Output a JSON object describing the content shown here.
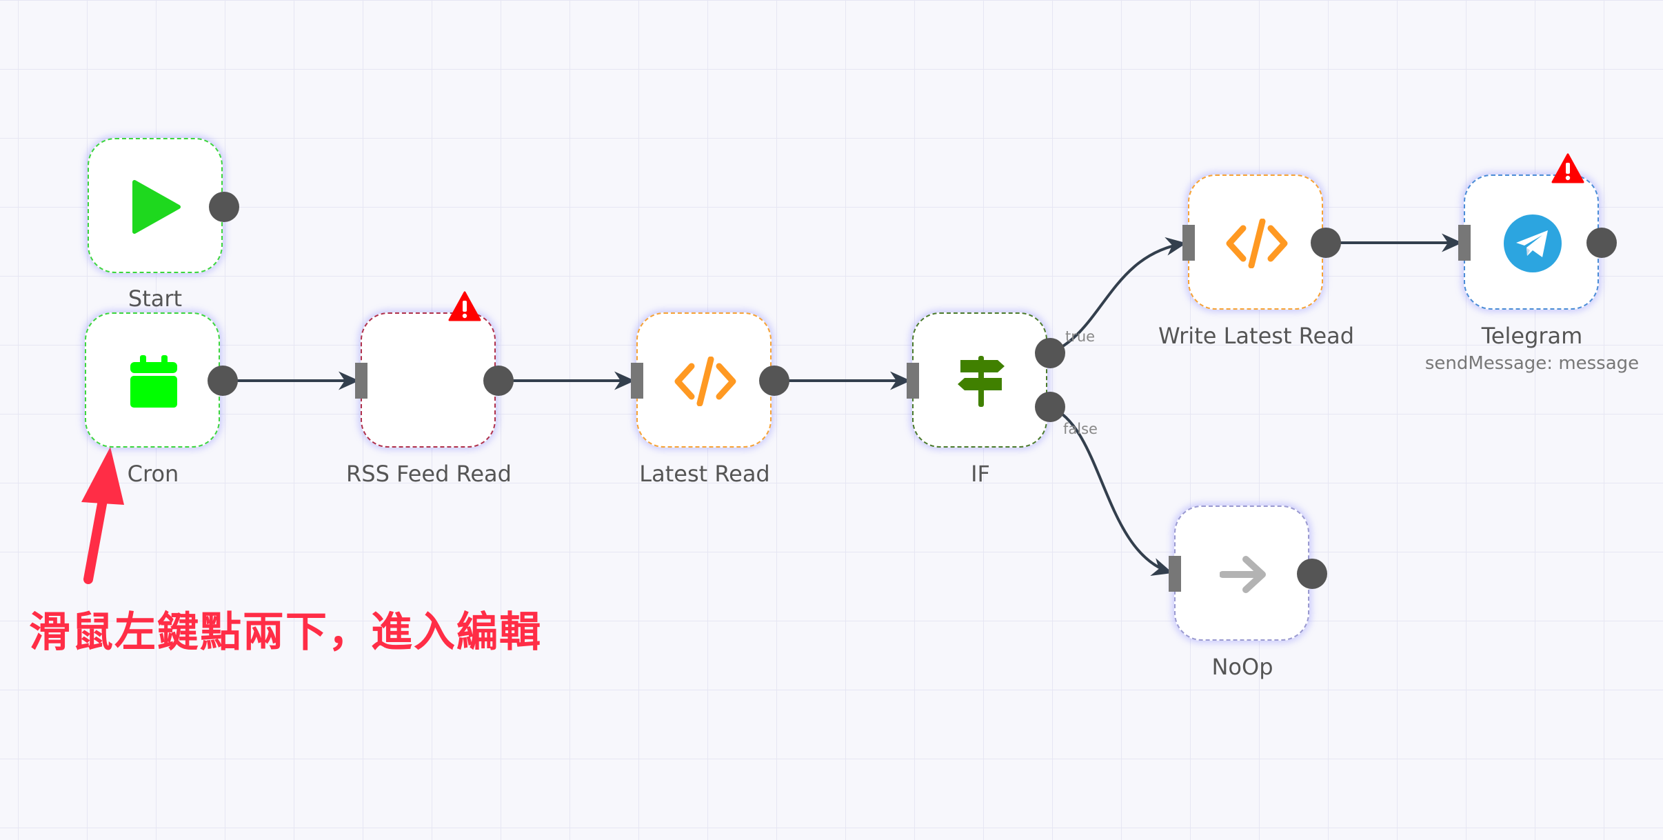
{
  "nodes": {
    "start": {
      "label": "Start",
      "border_color": "#3cd63c"
    },
    "cron": {
      "label": "Cron",
      "border_color": "#3cd63c"
    },
    "rss": {
      "label": "RSS Feed Read",
      "border_color": "#b0304a"
    },
    "latest_read": {
      "label": "Latest Read",
      "border_color": "#f7a233"
    },
    "if": {
      "label": "IF",
      "border_color": "#4a7a2a"
    },
    "write_latest_read": {
      "label": "Write Latest Read",
      "border_color": "#f7a233"
    },
    "telegram": {
      "label": "Telegram",
      "subtitle": "sendMessage: message",
      "border_color": "#4a8cd6"
    },
    "noop": {
      "label": "NoOp",
      "border_color": "#9a9ad0"
    }
  },
  "branches": {
    "if_true": "true",
    "if_false": "false"
  },
  "icons": {
    "start": "play-icon",
    "cron": "calendar-icon",
    "code": "code-icon",
    "if": "signpost-icon",
    "telegram": "telegram-icon",
    "noop": "arrow-right-icon",
    "warning": "warning-icon"
  },
  "colors": {
    "start_icon": "#1ed81e",
    "cron_icon": "#00ff00",
    "code_icon": "#ff9922",
    "if_icon": "#408000",
    "telegram_icon": "#2ca5e0",
    "noop_icon": "#b3b3b3",
    "warning": "#ff0000",
    "connection": "#333f4d",
    "annotation": "#ff2d46"
  },
  "annotation": {
    "text": "滑鼠左鍵點兩下，進入編輯"
  }
}
